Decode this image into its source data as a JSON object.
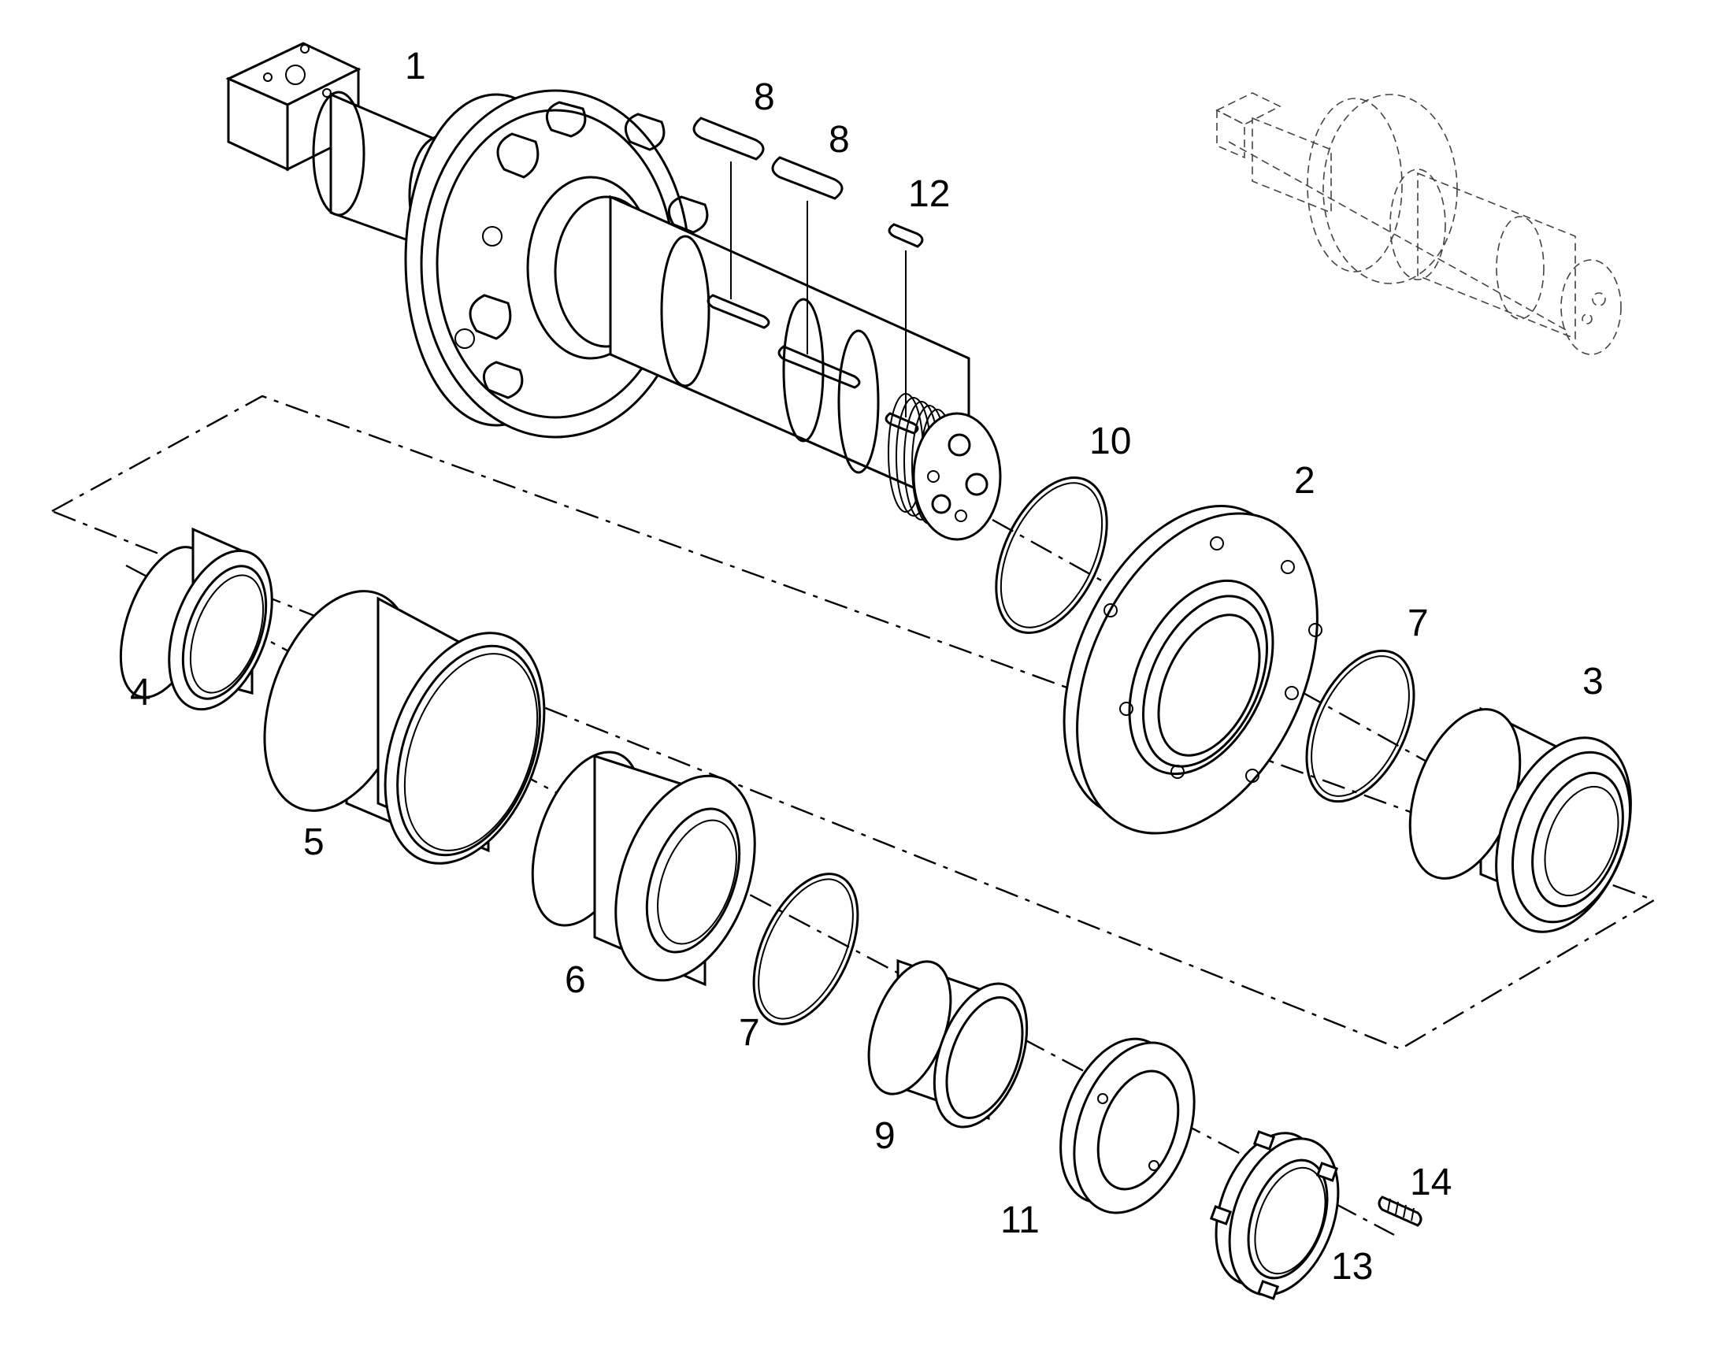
{
  "callouts": [
    "1",
    "8",
    "8",
    "12",
    "10",
    "2",
    "7",
    "3",
    "4",
    "5",
    "6",
    "7",
    "9",
    "11",
    "13",
    "14"
  ],
  "colors": {
    "line": "#000000",
    "background": "#ffffff"
  }
}
